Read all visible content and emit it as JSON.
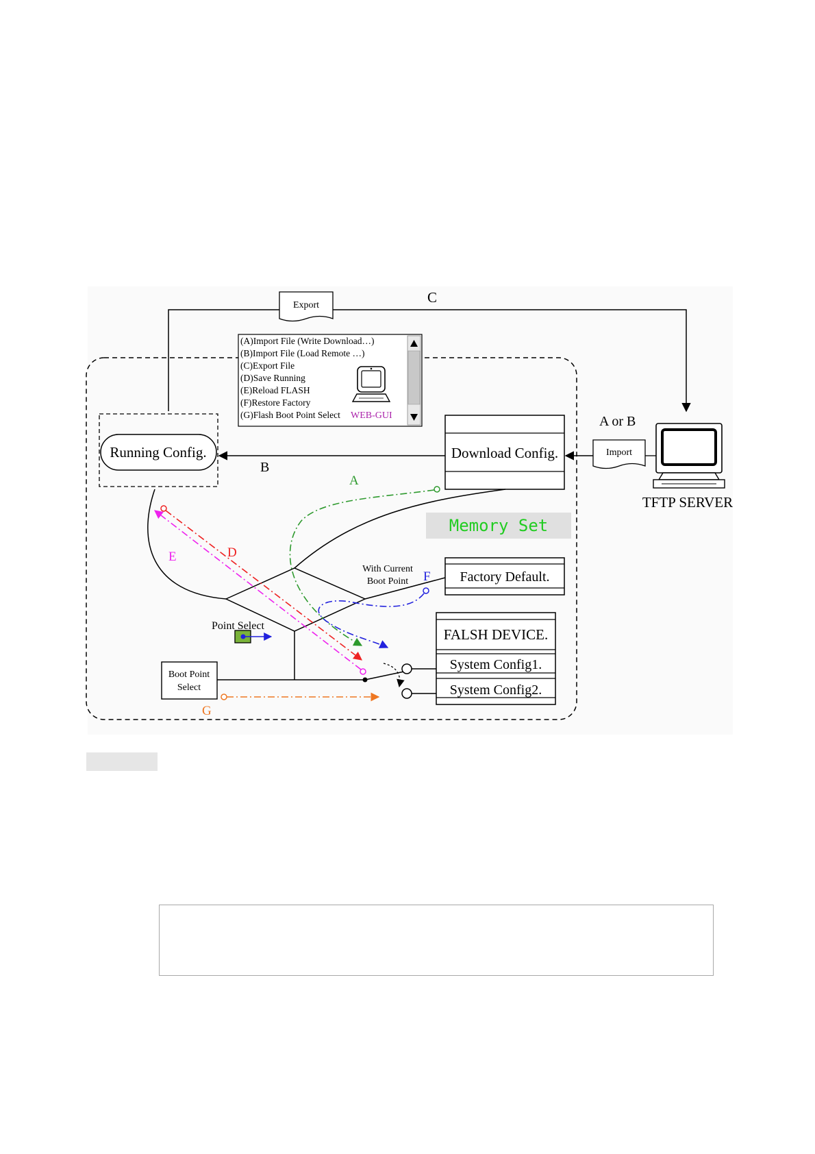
{
  "diagram": {
    "nodes": {
      "running_config": "Running Config.",
      "download_config": "Download Config.",
      "factory_default": "Factory Default.",
      "flash_device": "FALSH DEVICE.",
      "system_config1": "System Config1.",
      "system_config2": "System Config2.",
      "tftp_server": "TFTP SERVER",
      "boot_point_select": [
        "Boot Point",
        "Select"
      ],
      "point_select": "Point Select",
      "memory_set": "Memory Set",
      "with_current_boot_point": [
        "With Current",
        "Boot Point"
      ]
    },
    "documents": {
      "export": "Export",
      "import": "Import"
    },
    "webgui": {
      "items": [
        "(A)Import File (Write Download…)",
        "(B)Import File (Load Remote …)",
        "(C)Export File",
        "(D)Save Running",
        "(E)Reload FLASH",
        "(F)Restore Factory",
        "(G)Flash Boot Point Select"
      ],
      "label": "WEB-GUI"
    },
    "edge_labels": {
      "c": "C",
      "a_or_b": "A or B",
      "b": "B",
      "a": "A",
      "d": "D",
      "e": "E",
      "f": "F",
      "g": "G"
    },
    "colors": {
      "a": "#2e9a2e",
      "d": "#ee2222",
      "e": "#ee22ee",
      "f": "#2222dd",
      "g": "#ee7722",
      "memory_set": "#22cc22",
      "webgui": "#aa22aa"
    }
  }
}
